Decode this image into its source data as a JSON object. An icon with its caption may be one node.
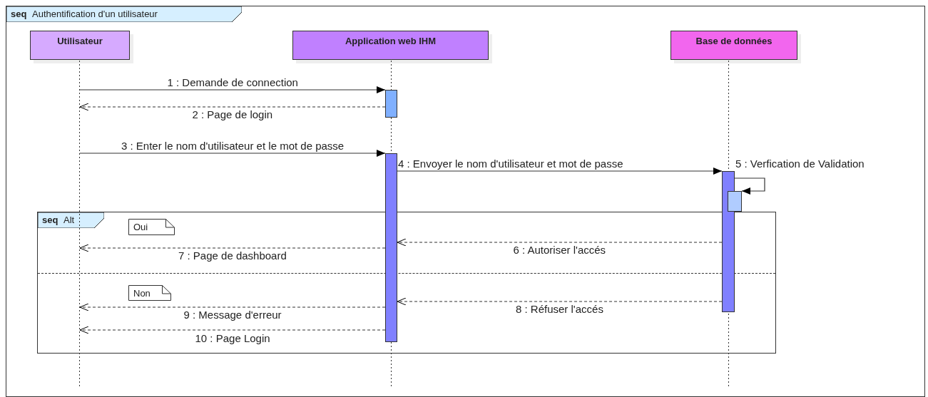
{
  "diagram": {
    "nodes": [
      {
        "text": [
          "seq",
          "Authentification d'un utilisateur"
        ]
      },
      {
        "text": [
          "Utilisateur"
        ],
        "in": 0
      },
      {
        "text": [
          "Application web IHM"
        ],
        "in": 0
      },
      {
        "text": [
          "Base de données"
        ],
        "in": 0
      },
      {
        "text": [],
        "shape": "line",
        "in": 0
      },
      {
        "text": [],
        "shape": "line",
        "in": 0
      },
      {
        "text": [],
        "shape": "line",
        "in": 0
      },
      {
        "text": [],
        "shape": "bar",
        "in": 5
      },
      {
        "text": [],
        "shape": "bar",
        "in": 5
      },
      {
        "text": [],
        "shape": "bar",
        "in": 6
      },
      {
        "text": [],
        "shape": "bar",
        "in": 6
      },
      {
        "text": [
          "seq",
          "Alt"
        ],
        "in": 0
      },
      {
        "text": [
          "Oui"
        ],
        "in": 11
      },
      {
        "text": [
          "Non"
        ],
        "in": 11
      }
    ],
    "edges": [
      {
        "from": 4,
        "to": 7,
        "arrow": "to",
        "label": "1 : Demande de connection"
      },
      {
        "from": 7,
        "to": 4,
        "arrow": "to",
        "label": "2 : Page de login",
        "style": "dashed"
      },
      {
        "from": 4,
        "to": 8,
        "arrow": "to",
        "label": "3 : Enter le nom d'utilisateur et le mot de passe"
      },
      {
        "from": 8,
        "to": 9,
        "arrow": "to",
        "label": "4 : Envoyer le nom d'utilisateur et mot de passe"
      },
      {
        "from": 9,
        "to": 10,
        "arrow": "to",
        "label": "5 : Verfication de Validation"
      },
      {
        "from": 9,
        "to": 8,
        "arrow": "to",
        "label": "6 : Autoriser l'accés",
        "style": "dashed"
      },
      {
        "from": 8,
        "to": 4,
        "arrow": "to",
        "label": "7 : Page de dashboard",
        "style": "dashed"
      },
      {
        "from": 9,
        "to": 8,
        "arrow": "to",
        "label": "8 : Réfuser l'accés",
        "style": "dashed"
      },
      {
        "from": 8,
        "to": 4,
        "arrow": "to",
        "label": "9 : Message d'erreur",
        "style": "dashed"
      },
      {
        "from": 8,
        "to": 4,
        "arrow": "to",
        "label": "10 : Page Login",
        "style": "dashed"
      }
    ]
  }
}
